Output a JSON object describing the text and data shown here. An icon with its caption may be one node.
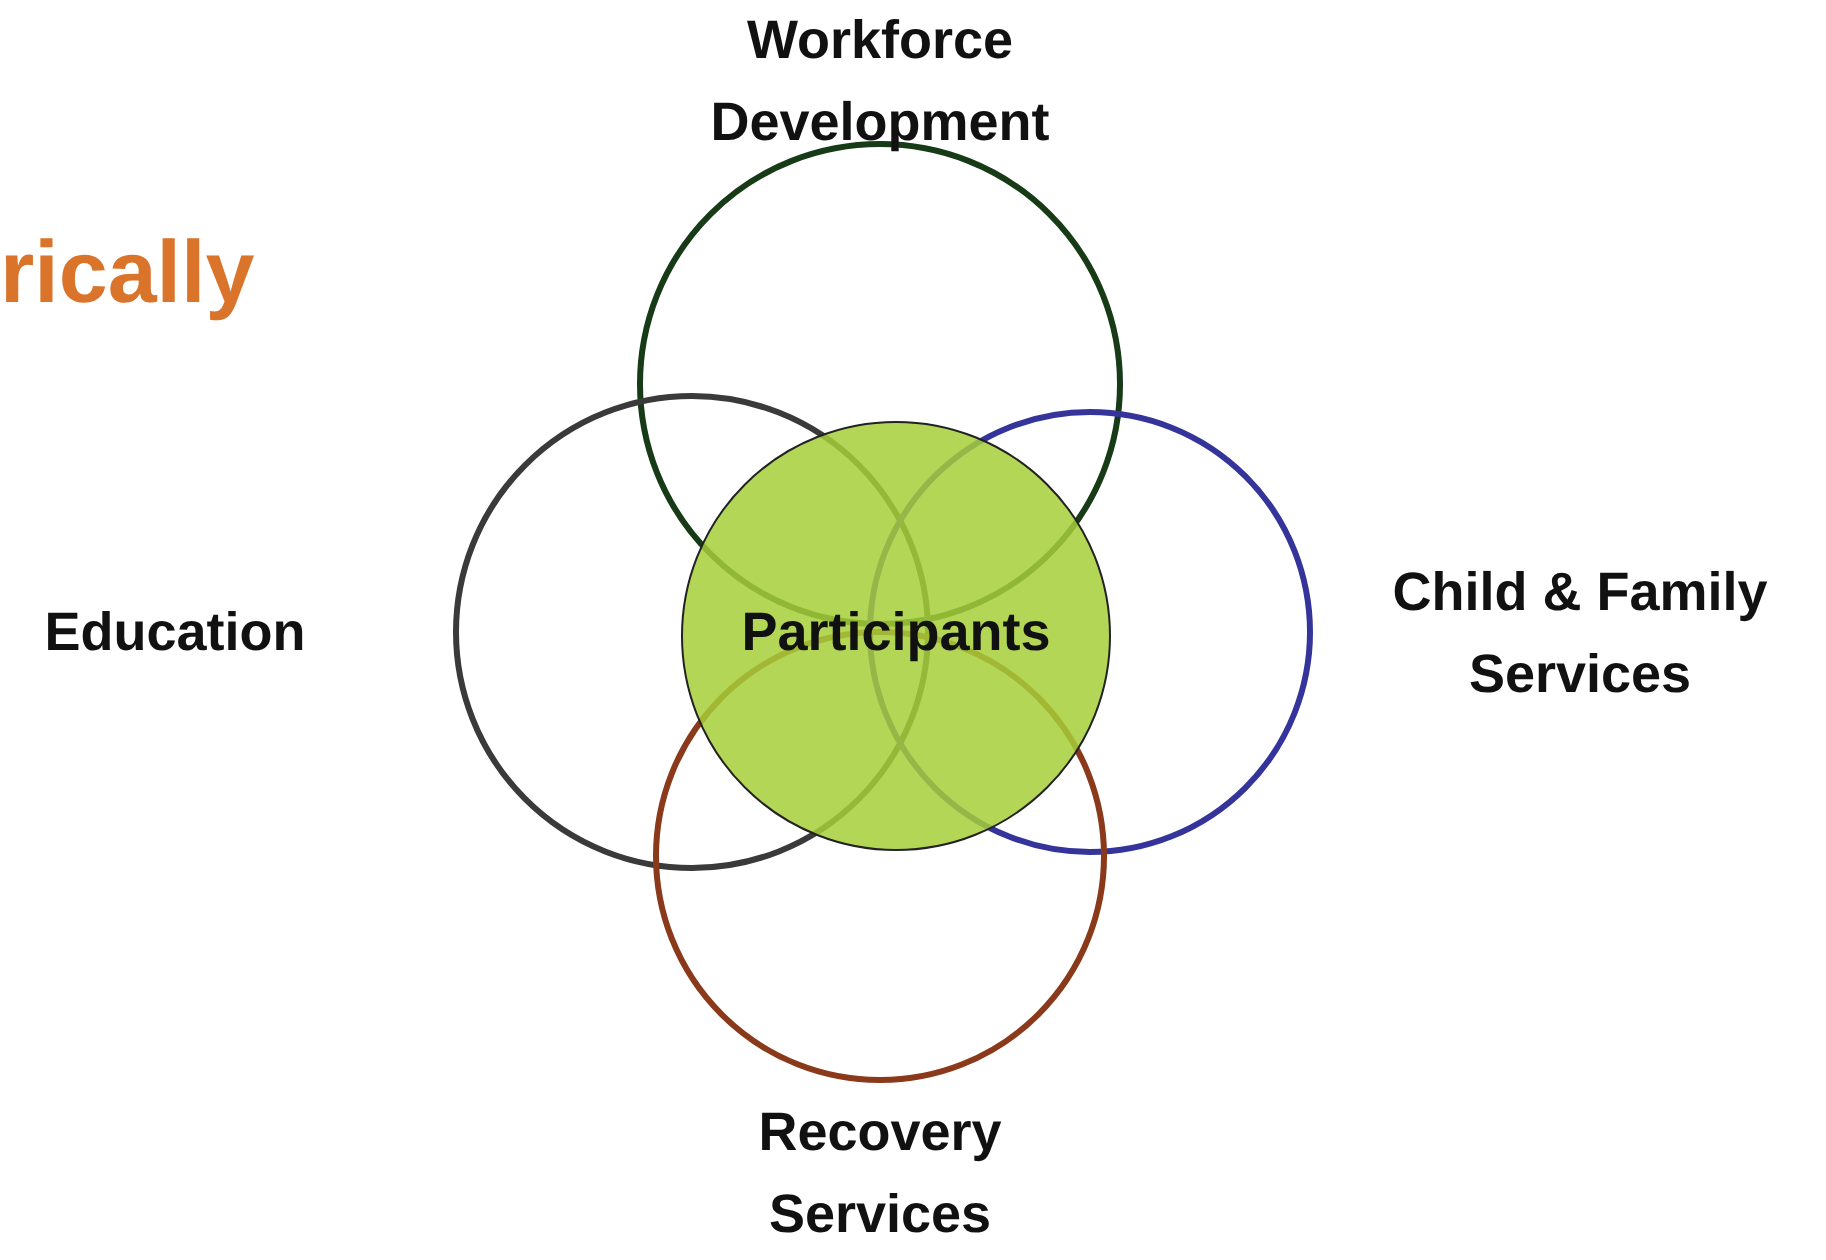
{
  "diagram": {
    "nodes": [
      {
        "text": [
          "Workforce Development"
        ]
      },
      {
        "text": [
          "Education"
        ]
      },
      {
        "text": [
          "Participants"
        ]
      },
      {
        "text": [
          "Child & Family Services"
        ]
      },
      {
        "text": [
          "Recovery Services"
        ]
      }
    ],
    "labels": [
      "rically"
    ]
  }
}
